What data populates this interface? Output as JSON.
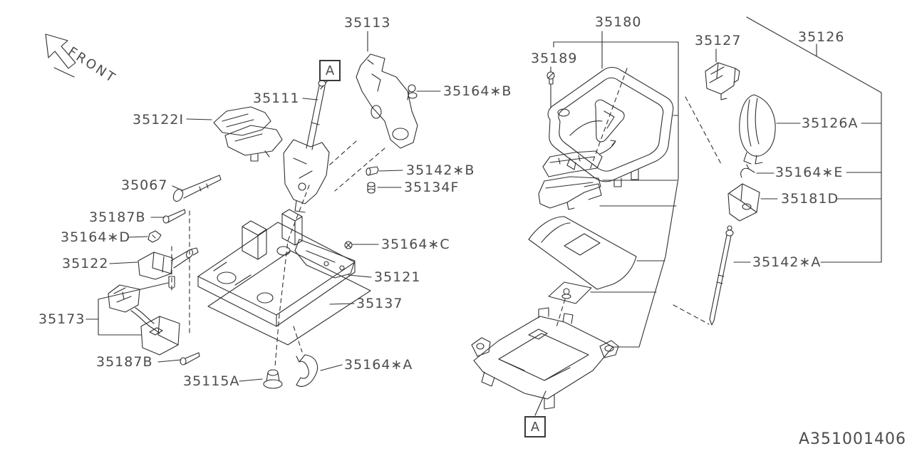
{
  "diagram": {
    "front_label": "FRONT",
    "code": "A351001406",
    "markers": {
      "top": "A",
      "bottom": "A"
    },
    "colors": {
      "line": "#303030",
      "text": "#4c4c4c",
      "background": "#ffffff"
    },
    "parts": [
      "35122I",
      "35113",
      "35111",
      "35164∗B",
      "35142∗B",
      "35134F",
      "35067",
      "35187B",
      "35164∗D",
      "35122",
      "35173",
      "35187B",
      "35115A",
      "35164∗A",
      "35137",
      "35121",
      "35164∗C",
      "35180",
      "35189",
      "35127",
      "35126",
      "35126A",
      "35164∗E",
      "35181D",
      "35142∗A"
    ]
  }
}
